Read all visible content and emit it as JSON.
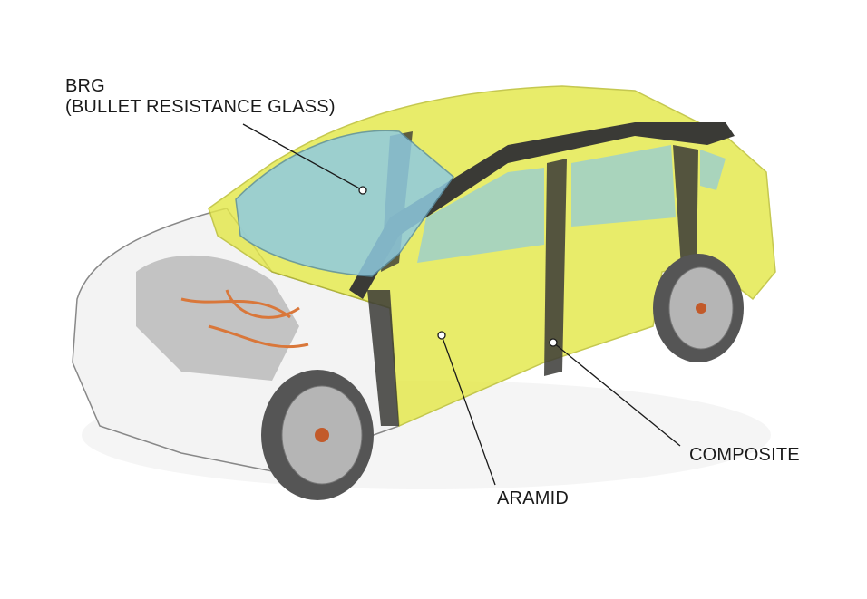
{
  "labels": {
    "brg": "BRG",
    "brg_full": "(BULLET RESISTANCE GLASS)",
    "composite": "COMPOSITE",
    "aramid": "ARAMID"
  },
  "colors": {
    "aramid_yellow": "#e4e84a",
    "glass_blue": "#8fcbe0",
    "composite_dark": "#3a3a36",
    "wire_orange": "#d9773a"
  }
}
